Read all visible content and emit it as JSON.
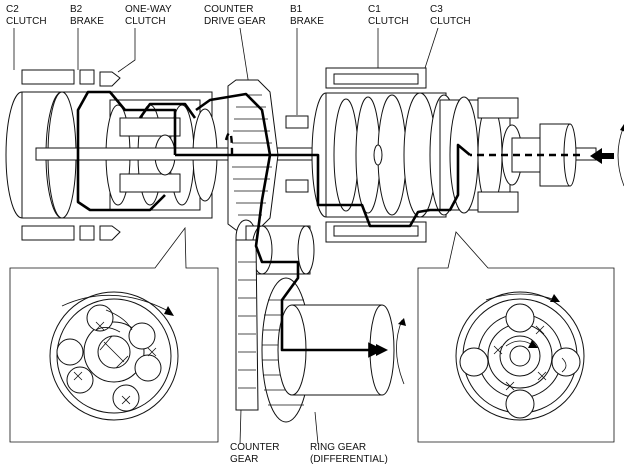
{
  "labels": {
    "c2_clutch": [
      "C2",
      "CLUTCH"
    ],
    "b2_brake": [
      "B2",
      "BRAKE"
    ],
    "one_way_clutch": [
      "ONE-WAY",
      "CLUTCH"
    ],
    "counter_drive_gear": [
      "COUNTER",
      "DRIVE GEAR"
    ],
    "b1_brake": [
      "B1",
      "BRAKE"
    ],
    "c1_clutch": [
      "C1",
      "CLUTCH"
    ],
    "c3_clutch": [
      "C3",
      "CLUTCH"
    ],
    "counter_gear": [
      "COUNTER",
      "GEAR"
    ],
    "ring_gear": [
      "RING GEAR",
      "(DIFFERENTIAL)"
    ]
  },
  "colors": {
    "line": "#111111",
    "power_flow": "#000000",
    "background": "#ffffff"
  },
  "icons": {
    "input_arrow": "arrow-left-icon",
    "output_arrow": "arrow-right-icon",
    "rotation": "rotation-arrow-icon",
    "locked_gear": "cross-mark-icon"
  }
}
